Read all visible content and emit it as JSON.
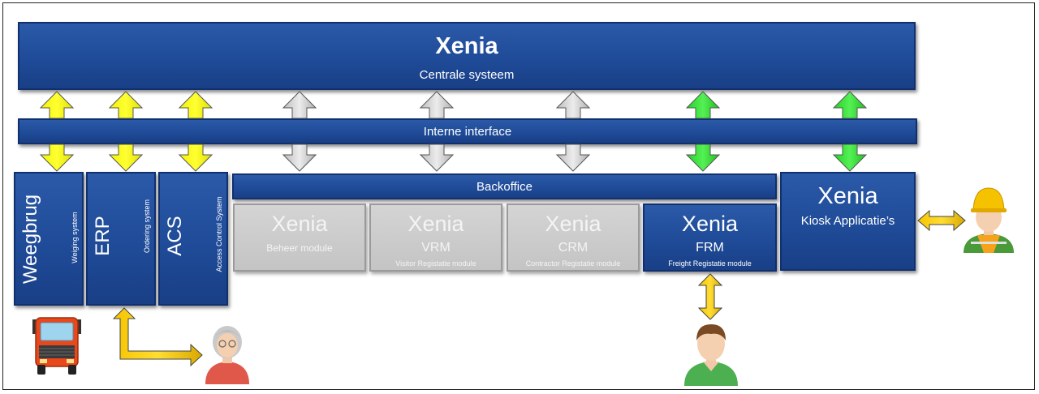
{
  "central": {
    "title": "Xenia",
    "subtitle": "Centrale systeem"
  },
  "interface": {
    "label": "Interne interface"
  },
  "side_boxes": [
    {
      "title": "Weegbrug",
      "subtitle": "Weiging system"
    },
    {
      "title": "ERP",
      "subtitle": "Ordering system"
    },
    {
      "title": "ACS",
      "subtitle": "Access Control System"
    }
  ],
  "backoffice": {
    "label": "Backoffice"
  },
  "modules": [
    {
      "brand": "Xenia",
      "name": "",
      "desc": "Beheer module",
      "state": "inactive"
    },
    {
      "brand": "Xenia",
      "name": "VRM",
      "desc": "Visitor Registatie module",
      "state": "inactive"
    },
    {
      "brand": "Xenia",
      "name": "CRM",
      "desc": "Contractor Registatie module",
      "state": "inactive"
    },
    {
      "brand": "Xenia",
      "name": "FRM",
      "desc": "Freight Registatie module",
      "state": "active"
    }
  ],
  "kiosk": {
    "brand": "Xenia",
    "label": "Kiosk Applicatie’s"
  },
  "colors": {
    "box_blue": "#1f4b98",
    "module_gray": "#c8c8c8",
    "arrow_yellow": "#ffff00",
    "arrow_gray": "#d9d9d9",
    "arrow_green": "#2ee02e",
    "arrow_gold": "#e8b400"
  },
  "icons": [
    "truck-icon",
    "office-worker-icon",
    "driver-icon",
    "construction-worker-icon"
  ]
}
